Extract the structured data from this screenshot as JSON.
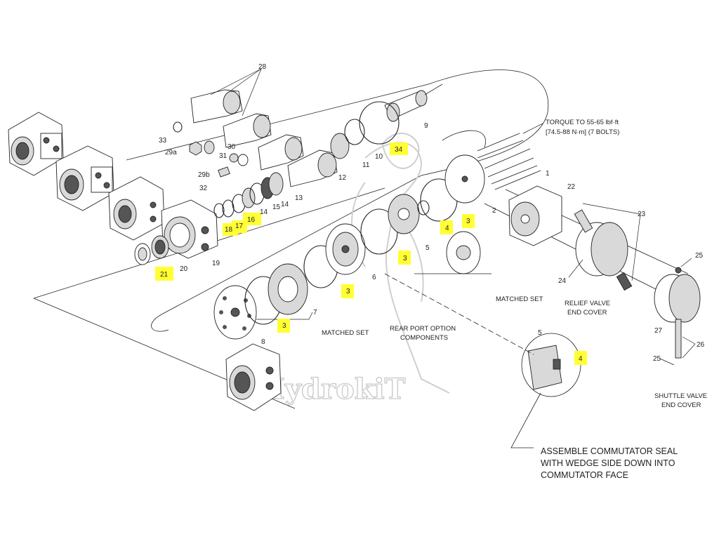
{
  "labels": {
    "p1": "1",
    "p2": "2",
    "p3a": "3",
    "p3b": "3",
    "p3c": "3",
    "p3d": "3",
    "p4a": "4",
    "p4b": "4",
    "p5a": "5",
    "p5b": "5",
    "p6": "6",
    "p7": "7",
    "p8": "8",
    "p9": "9",
    "p10": "10",
    "p11": "11",
    "p12": "12",
    "p13": "13",
    "p14a": "14",
    "p14b": "14",
    "p15": "15",
    "p16": "16",
    "p17": "17",
    "p18": "18",
    "p19": "19",
    "p20": "20",
    "p21": "21",
    "p22": "22",
    "p23": "23",
    "p24": "24",
    "p25a": "25",
    "p25b": "25",
    "p26": "26",
    "p27": "27",
    "p28": "28",
    "p29a": "29a",
    "p29b": "29b",
    "p30": "30",
    "p31": "31",
    "p32": "32",
    "p33": "33",
    "p34": "34"
  },
  "highlighted_labels": [
    "3",
    "4",
    "16",
    "17",
    "18",
    "21",
    "34"
  ],
  "highlight_color": "#ffff33",
  "notes": {
    "torque_line1": "TORQUE TO 55-65 lbf·ft",
    "torque_line2": "[74.5-88 N·m] (7 BOLTS)",
    "matched_set_1": "MATCHED SET",
    "matched_set_2": "MATCHED SET",
    "rear_port_line1": "REAR PORT OPTION",
    "rear_port_line2": "COMPONENTS",
    "relief_line1": "RELIEF VALVE",
    "relief_line2": "END COVER",
    "shuttle_line1": "SHUTTLE VALVE",
    "shuttle_line2": "END COVER",
    "assemble_line1": "ASSEMBLE COMMUTATOR SEAL",
    "assemble_line2": "WITH WEDGE SIDE DOWN INTO",
    "assemble_line3": "COMMUTATOR FACE"
  },
  "watermark": "HydrokiT"
}
